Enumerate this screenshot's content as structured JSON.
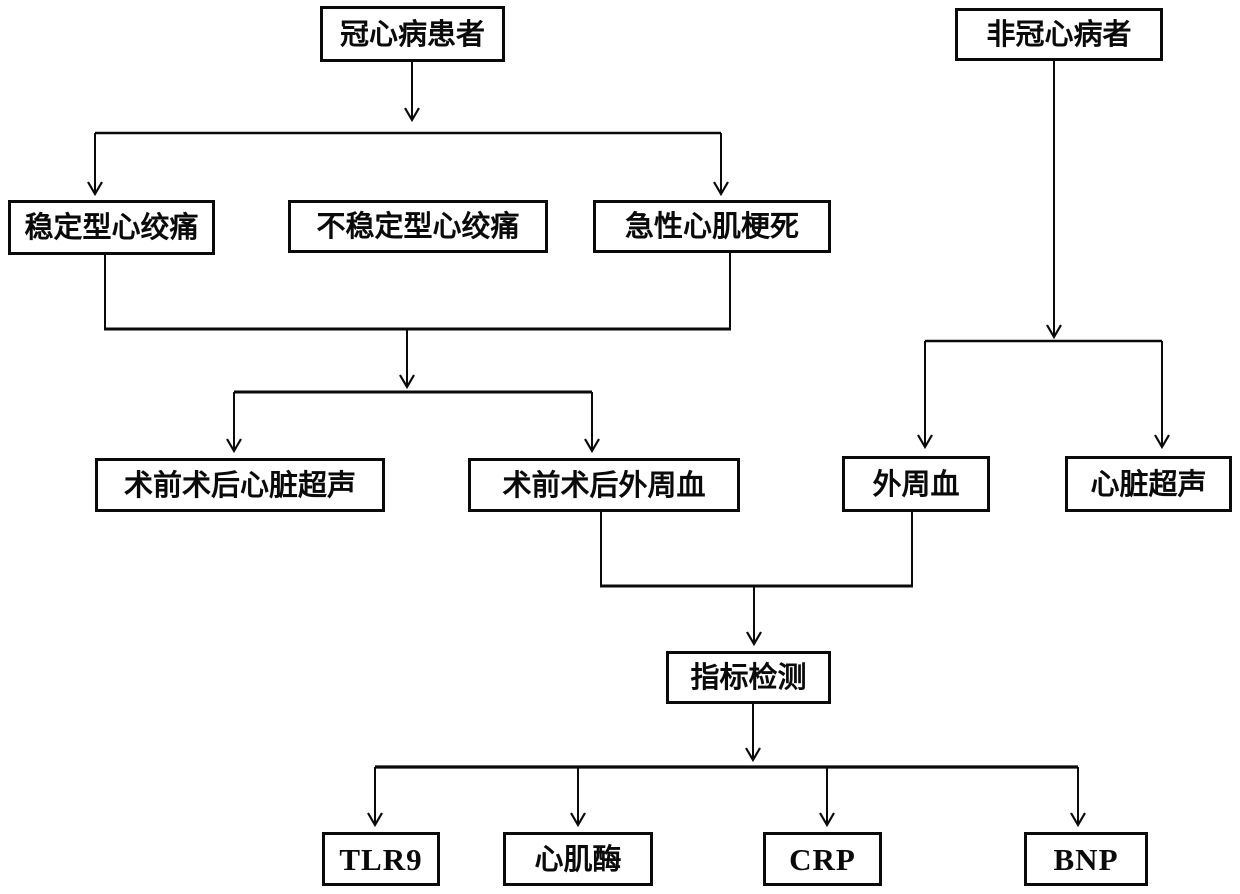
{
  "diagram": {
    "type": "flowchart",
    "background_color": "#ffffff",
    "line_color": "#0a0a0a",
    "text_color": "#0a0a0a"
  },
  "nodes": {
    "chd_patients": {
      "label": "冠心病患者"
    },
    "non_chd": {
      "label": "非冠心病者"
    },
    "stable_angina": {
      "label": "稳定型心绞痛"
    },
    "unstable_angina": {
      "label": "不稳定型心绞痛"
    },
    "acute_mi": {
      "label": "急性心肌梗死"
    },
    "perioperative_cardiac_ultrasound": {
      "label": "术前术后心脏超声"
    },
    "perioperative_peripheral_blood": {
      "label": "术前术后外周血"
    },
    "peripheral_blood": {
      "label": "外周血"
    },
    "cardiac_ultrasound": {
      "label": "心脏超声"
    },
    "indicator_detection": {
      "label": "指标检测"
    },
    "tlr9": {
      "label": "TLR9"
    },
    "myocardial_enzyme": {
      "label": "心肌酶"
    },
    "crp": {
      "label": "CRP"
    },
    "bnp": {
      "label": "BNP"
    }
  },
  "edges": [
    {
      "from": [
        "冠心病患者"
      ],
      "to": [
        "稳定型心绞痛",
        "急性心肌梗死"
      ]
    },
    {
      "from": [
        "稳定型心绞痛",
        "急性心肌梗死"
      ],
      "to": [
        "术前术后心脏超声",
        "术前术后外周血"
      ]
    },
    {
      "from": [
        "非冠心病者"
      ],
      "to": [
        "外周血",
        "心脏超声"
      ]
    },
    {
      "from": [
        "术前术后外周血",
        "外周血"
      ],
      "to": [
        "指标检测"
      ]
    },
    {
      "from": [
        "指标检测"
      ],
      "to": [
        "TLR9",
        "心肌酶",
        "CRP",
        "BNP"
      ]
    }
  ]
}
